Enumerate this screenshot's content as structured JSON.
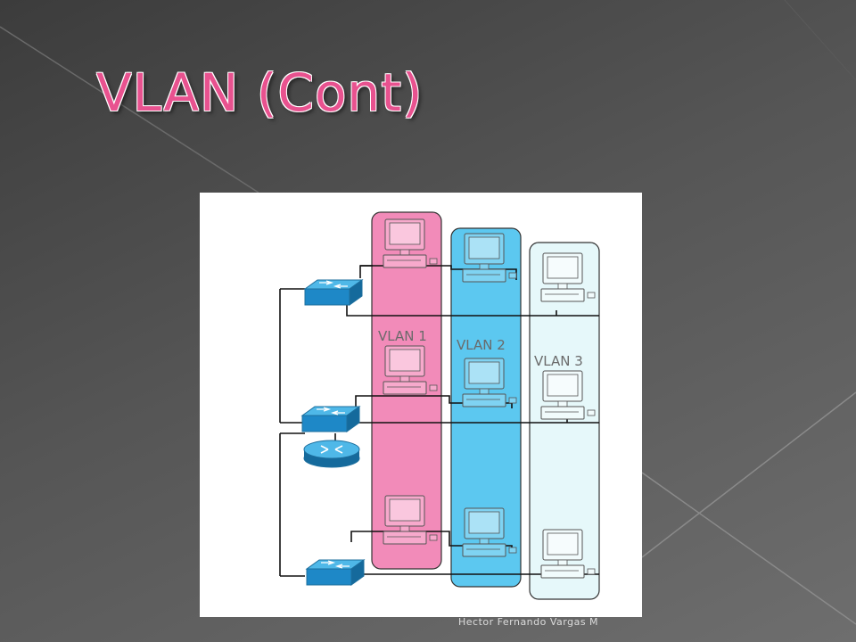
{
  "slide": {
    "title": "VLAN (Cont)"
  },
  "diagram": {
    "vlans": [
      {
        "label": "VLAN 1",
        "color": "#f28bb9"
      },
      {
        "label": "VLAN 2",
        "color": "#5cc8f0"
      },
      {
        "label": "VLAN 3",
        "color": "#e6f8fa"
      }
    ],
    "devices": {
      "switches": 3,
      "routers": 1,
      "computers_per_vlan": 3
    }
  },
  "footer": {
    "author": "Hector Fernando Vargas M"
  },
  "colors": {
    "title": "#e8528f",
    "background": "#4a4a4a",
    "cable": "#111111"
  }
}
